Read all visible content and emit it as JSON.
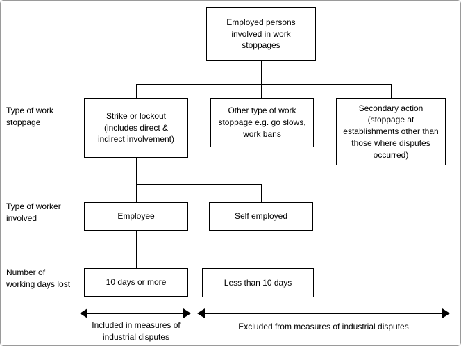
{
  "diagram": {
    "title": "Employed persons involved in work stoppages flowchart",
    "colors": {
      "background": "#ffffff",
      "box_border": "#000000",
      "line": "#000000",
      "text": "#000000"
    },
    "root": {
      "label": "Employed persons involved in work stoppages"
    },
    "row_labels": [
      {
        "label": "Type of work stoppage"
      },
      {
        "label": "Type of worker involved"
      },
      {
        "label": "Number of working days lost"
      }
    ],
    "stoppage_types": [
      {
        "label": "Strike or lockout (includes direct & indirect involvement)"
      },
      {
        "label": "Other type of work stoppage e.g. go slows, work bans"
      },
      {
        "label": "Secondary action (stoppage at establishments other than those where disputes occurred)"
      }
    ],
    "worker_types": [
      {
        "label": "Employee"
      },
      {
        "label": "Self employed"
      }
    ],
    "days_lost": [
      {
        "label": "10 days or more"
      },
      {
        "label": "Less than 10 days"
      }
    ],
    "legend": {
      "included": "Included in measures of industrial disputes",
      "excluded": "Excluded from measures of industrial disputes"
    }
  }
}
